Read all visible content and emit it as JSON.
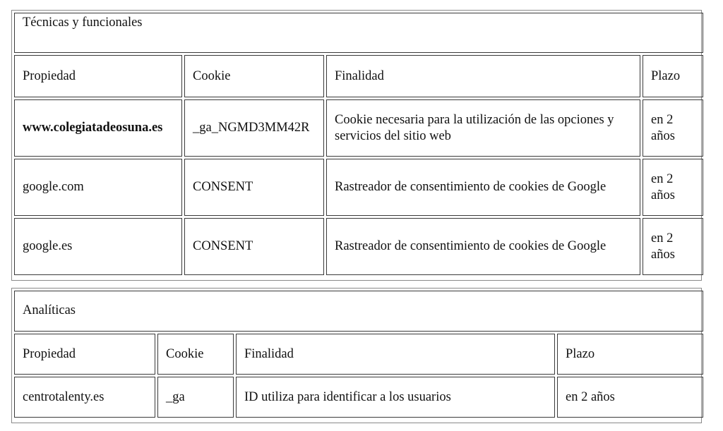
{
  "tables": [
    {
      "caption": "Técnicas y funcionales",
      "headers": [
        "Propiedad",
        "Cookie",
        "Finalidad",
        "Plazo"
      ],
      "rows": [
        [
          "www.colegiatadeosuna.es",
          "_ga_NGMD3MM42R",
          "Cookie necesaria para la utilización de las opciones y servicios del sitio web",
          "en 2 años"
        ],
        [
          "google.com",
          "CONSENT",
          "Rastreador de consentimiento de cookies de Google",
          "en 2 años"
        ],
        [
          "google.es",
          "CONSENT",
          "Rastreador de consentimiento de cookies de Google",
          "en 2 años"
        ]
      ]
    },
    {
      "caption": "Analíticas",
      "headers": [
        "Propiedad",
        "Cookie",
        "Finalidad",
        "Plazo"
      ],
      "rows": [
        [
          "centrotalenty.es",
          "_ga",
          "ID utiliza para identificar a los usuarios",
          "en 2 años"
        ]
      ]
    }
  ]
}
